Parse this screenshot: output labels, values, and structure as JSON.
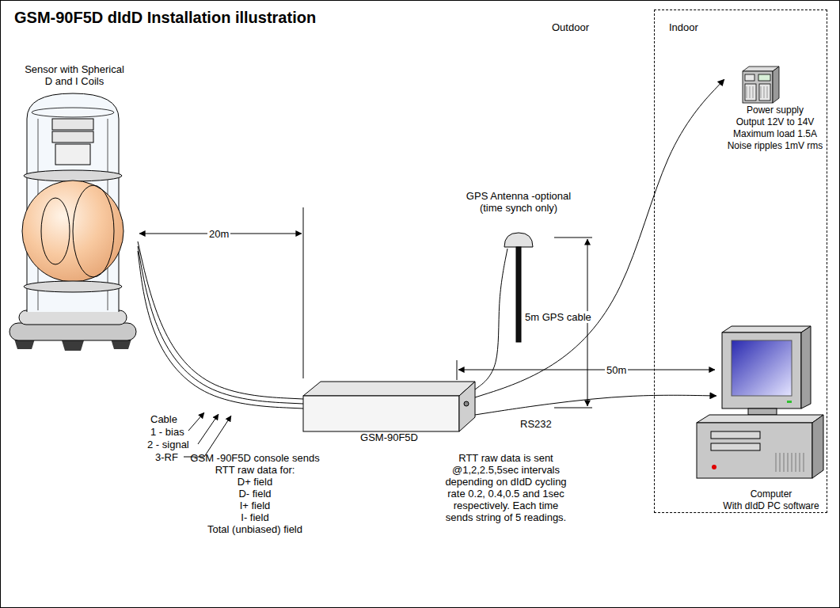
{
  "diagram": {
    "title": "GSM-90F5D dIdD Installation illustration",
    "nodes": [
      {
        "text": [
          "Sensor with Spherical D and I Coils"
        ]
      },
      {
        "text": [
          "GPS Antenna -optional (time synch only)"
        ]
      },
      {
        "text": [
          "GSM-90F5D"
        ]
      },
      {
        "text": [
          "Indoor"
        ]
      },
      {
        "text": [
          "Power supply",
          "Output 12V to 14V Maximum load 1.5A Noise ripples 1mV rms"
        ],
        "in": 3
      },
      {
        "text": [
          "Computer",
          "With dIdD PC software"
        ],
        "in": 3
      }
    ],
    "edges": [
      {
        "from": 0,
        "to": 2,
        "arrow": "none"
      },
      {
        "from": 0,
        "to": 2,
        "arrow": "none"
      },
      {
        "from": 0,
        "to": 2,
        "arrow": "none"
      },
      {
        "from": 1,
        "to": 2,
        "arrow": "none"
      },
      {
        "from": 2,
        "to": 4,
        "arrow": "to"
      },
      {
        "from": 2,
        "to": 5,
        "arrow": "to",
        "label": "RS232"
      }
    ],
    "labels": [
      "Outdoor",
      "20m",
      "50m",
      "5m GPS cable",
      "Cable",
      "1 - bias",
      "2 - signal",
      "3-RF",
      "GSM -90F5D console sends RTT raw data for:",
      "D+ field",
      "D- field",
      "I+ field",
      "I- field",
      "Total (unbiased) field",
      "RTT raw data is sent @1,2,2.5,5sec intervals depending on dIdD cycling rate 0.2, 0.4,0.5 and 1sec respectively. Each time sends string of 5 readings."
    ]
  }
}
